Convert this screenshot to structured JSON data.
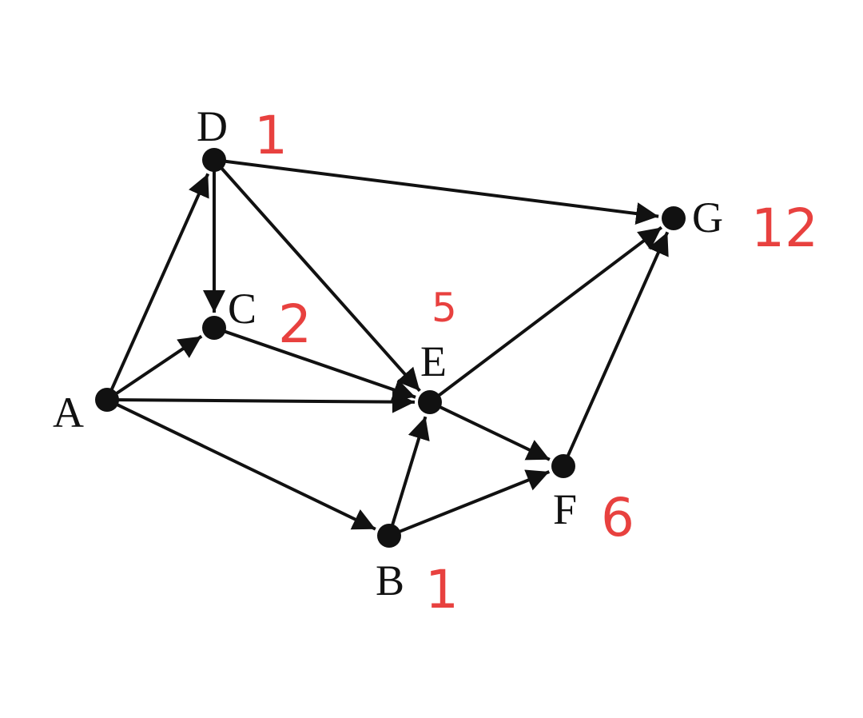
{
  "graph": {
    "nodes": [
      {
        "id": "A",
        "label": "A"
      },
      {
        "id": "B",
        "label": "B"
      },
      {
        "id": "C",
        "label": "C"
      },
      {
        "id": "D",
        "label": "D"
      },
      {
        "id": "E",
        "label": "E"
      },
      {
        "id": "F",
        "label": "F"
      },
      {
        "id": "G",
        "label": "G"
      }
    ],
    "edges": [
      {
        "from": "A",
        "to": "D"
      },
      {
        "from": "A",
        "to": "C"
      },
      {
        "from": "A",
        "to": "E"
      },
      {
        "from": "A",
        "to": "B"
      },
      {
        "from": "D",
        "to": "C"
      },
      {
        "from": "D",
        "to": "E"
      },
      {
        "from": "D",
        "to": "G"
      },
      {
        "from": "C",
        "to": "E"
      },
      {
        "from": "B",
        "to": "E"
      },
      {
        "from": "B",
        "to": "F"
      },
      {
        "from": "E",
        "to": "F"
      },
      {
        "from": "E",
        "to": "G"
      },
      {
        "from": "F",
        "to": "G"
      }
    ],
    "annotations": {
      "D": "1",
      "C": "2",
      "E": "5",
      "B": "1",
      "F": "6",
      "G": "12"
    },
    "colors": {
      "graph": "#111111",
      "annotation": "#e8413f"
    }
  }
}
